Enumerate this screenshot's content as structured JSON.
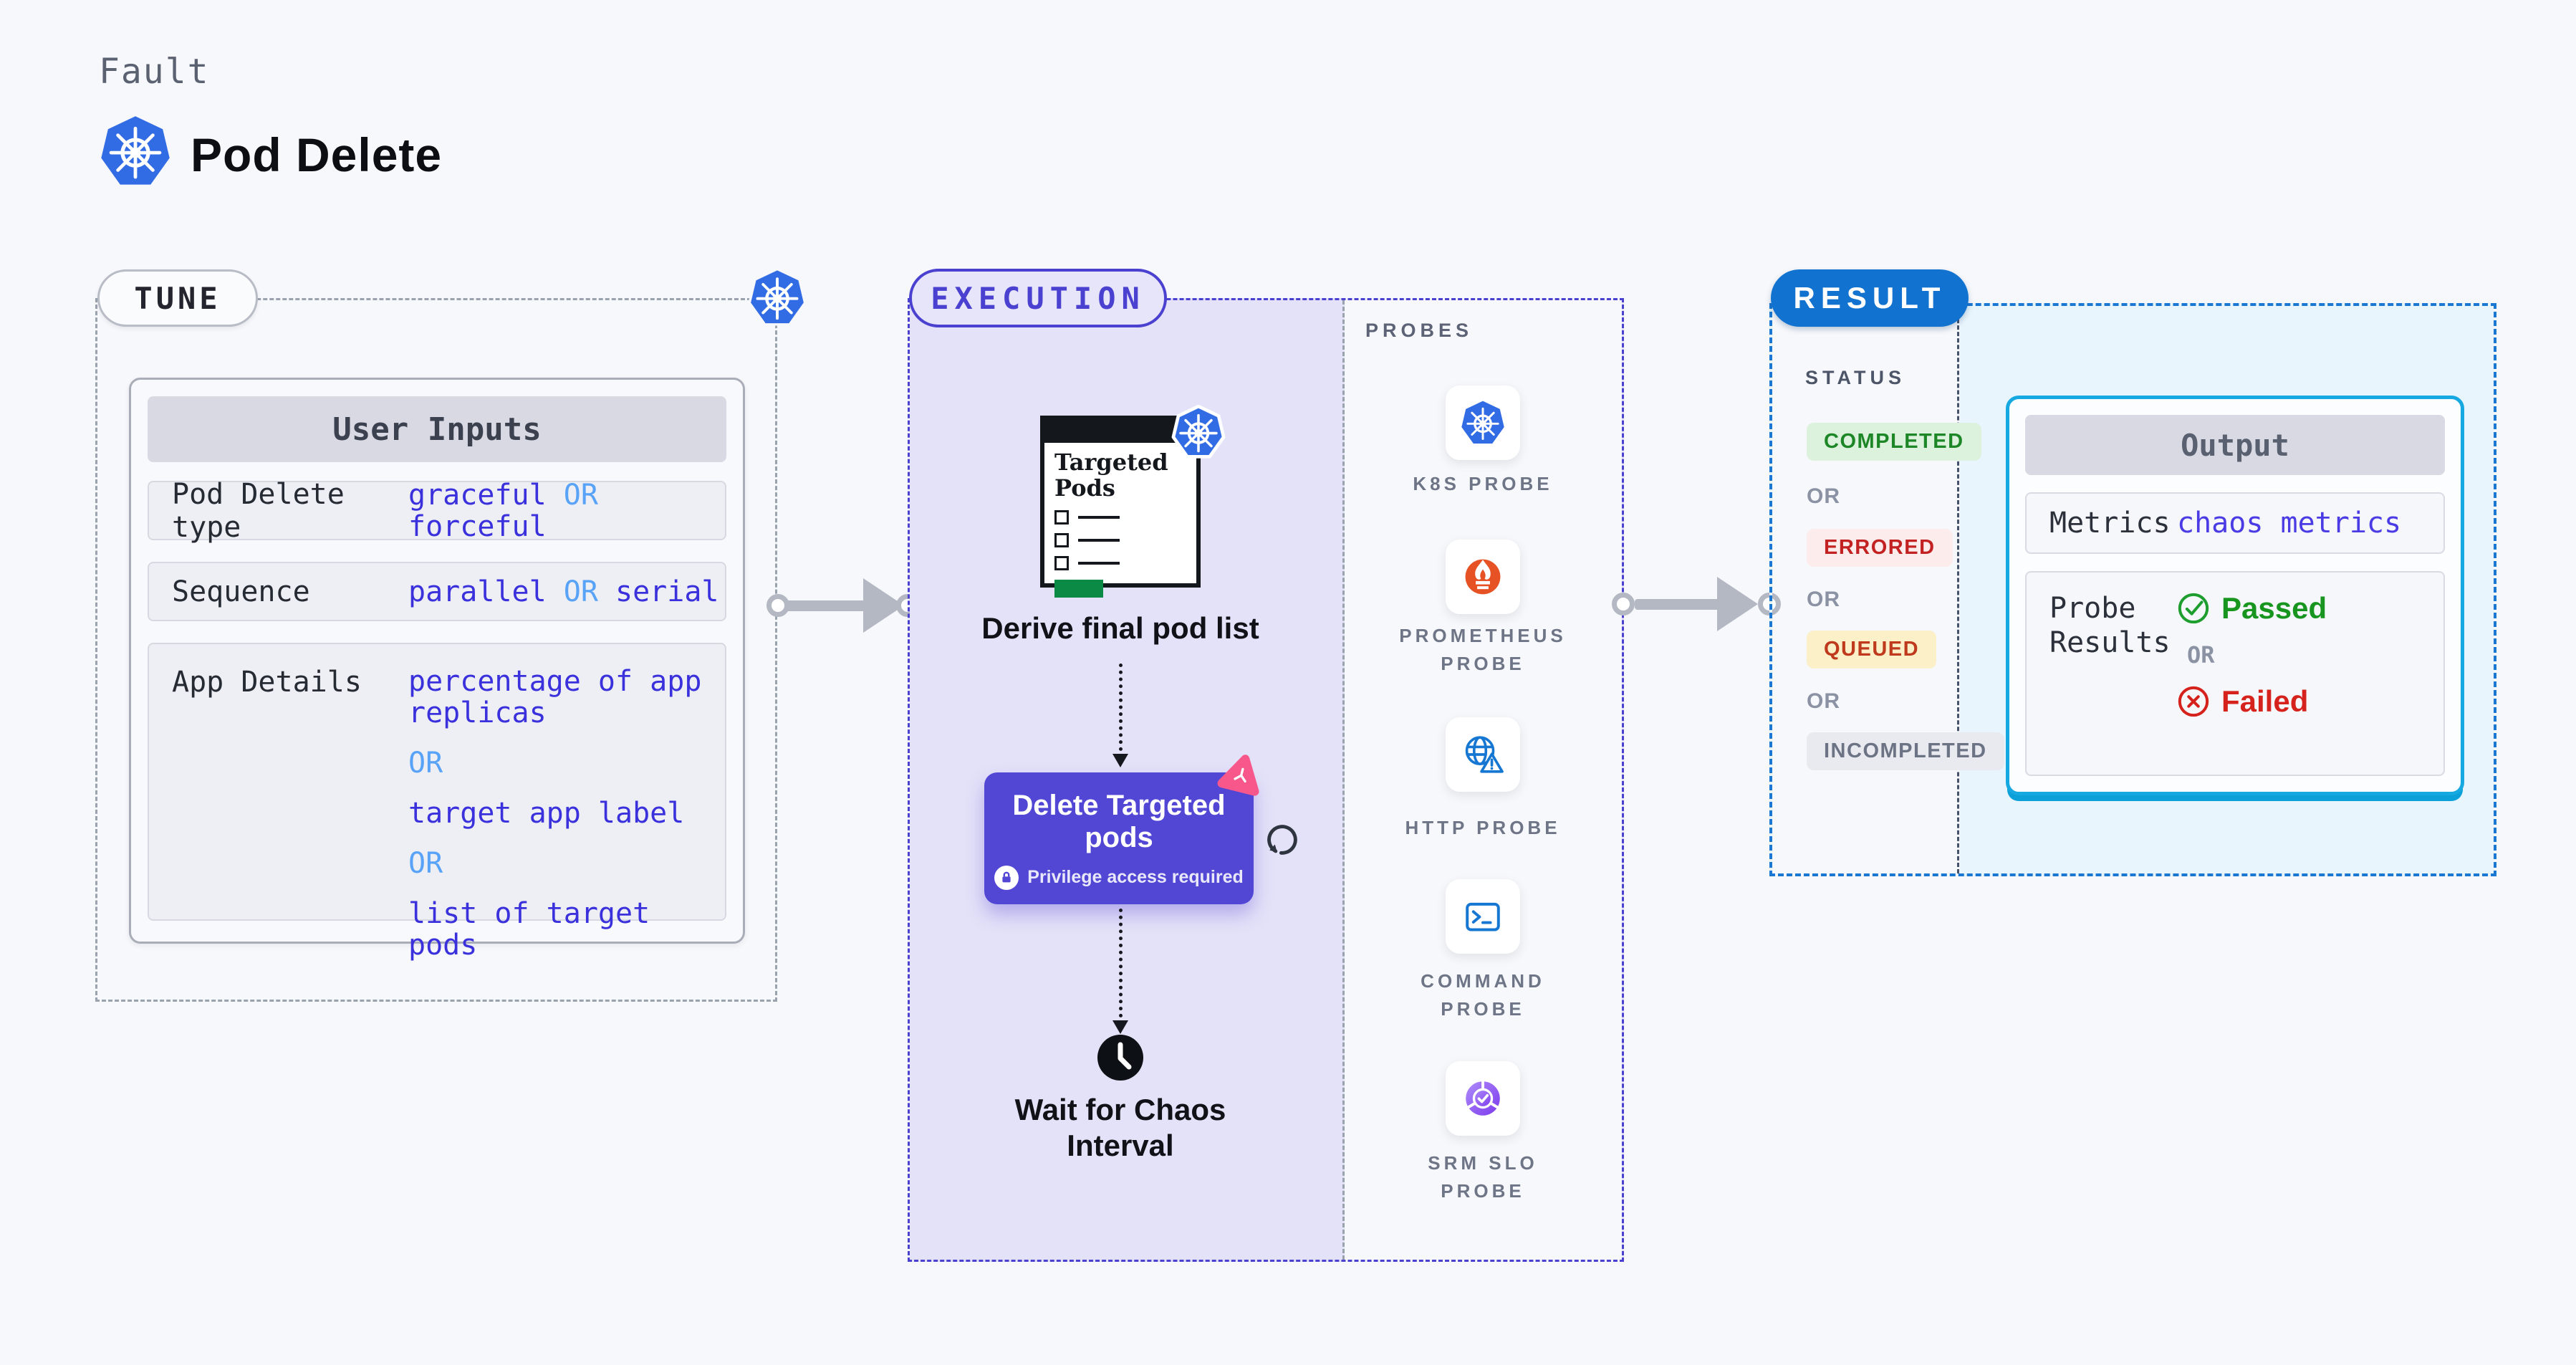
{
  "colors": {
    "page_bg": "#f7f8fb",
    "indigo_accent": "#4b41d0",
    "indigo_button": "#5246d5",
    "value_blue": "#3a31dc",
    "or_light_blue": "#58a2f7",
    "result_blue": "#1173cf",
    "output_cyan": "#15a8e1",
    "kubernetes_blue": "#326ce5",
    "prometheus_orange": "#e75225",
    "srm_purple": "#7c3aed",
    "chaos_pink": "#f8578c",
    "completed_green": "#1d8727",
    "errored_red": "#c32222",
    "queued_amber": "#bf3a1c",
    "incompleted_gray": "#6c7384",
    "passed_green": "#17951f",
    "failed_red": "#d6221c"
  },
  "header": {
    "eyebrow": "Fault",
    "title": "Pod Delete",
    "icon": "kubernetes-icon"
  },
  "tune": {
    "badge": "TUNE",
    "card_title": "User Inputs",
    "rows": [
      {
        "label": "Pod Delete type",
        "v1": "graceful",
        "or1": "OR",
        "v2": "forceful"
      },
      {
        "label": "Sequence",
        "v1": "parallel",
        "or1": "OR",
        "v2": "serial"
      },
      {
        "label": "App Details",
        "v1": "percentage of app replicas",
        "or1": "OR",
        "v2": "target app label",
        "or2": "OR",
        "v3": "list of target pods"
      }
    ]
  },
  "execution": {
    "badge": "EXECUTION",
    "clipboard_title": "Targeted Pods",
    "step_derive": "Derive final pod list",
    "delete_title": "Delete Targeted pods",
    "privilege_note": "Privilege access required",
    "step_wait": "Wait for Chaos Interval"
  },
  "probes": {
    "label": "PROBES",
    "items": [
      {
        "label": "K8S PROBE",
        "icon": "kubernetes-icon"
      },
      {
        "label": "PROMETHEUS PROBE",
        "icon": "prometheus-icon"
      },
      {
        "label": "HTTP PROBE",
        "icon": "http-globe-warning-icon"
      },
      {
        "label": "COMMAND PROBE",
        "icon": "terminal-icon"
      },
      {
        "label": "SRM SLO PROBE",
        "icon": "srm-slo-pie-check-icon"
      }
    ]
  },
  "result": {
    "badge": "RESULT",
    "status_label": "STATUS",
    "or": "OR",
    "statuses": [
      {
        "label": "COMPLETED"
      },
      {
        "label": "ERRORED"
      },
      {
        "label": "QUEUED"
      },
      {
        "label": "INCOMPLETED"
      }
    ],
    "output": {
      "title": "Output",
      "metrics_label": "Metrics",
      "metrics_value": "chaos metrics",
      "probe_results_label": "Probe Results",
      "passed": "Passed",
      "or": "OR",
      "failed": "Failed"
    }
  }
}
